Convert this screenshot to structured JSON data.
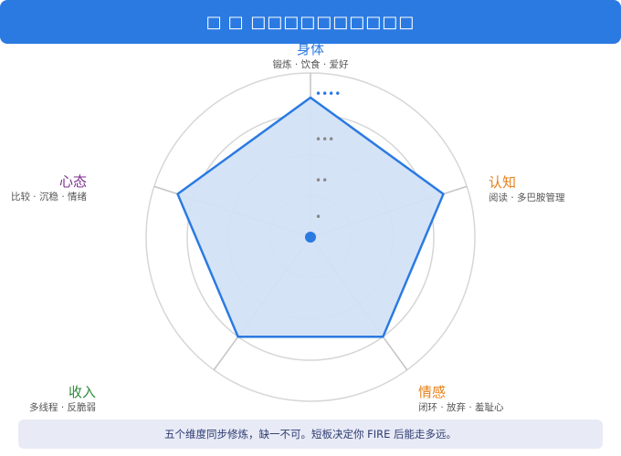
{
  "header": {
    "title": "□ □□□□□□□□□□",
    "icon": "unknown-icon"
  },
  "radar": {
    "axes": [
      {
        "key": "body",
        "name": "身体",
        "sub": "锻炼 · 饮食 · 爱好",
        "color": "#2a7ae2",
        "value": 0.85
      },
      {
        "key": "cognition",
        "name": "认知",
        "sub": "阅读 · 多巴胺管理",
        "color": "#e6801a",
        "value": 0.85
      },
      {
        "key": "emotion",
        "name": "情感",
        "sub": "闭环 · 放弃 · 羞耻心",
        "color": "#e6801a",
        "value": 0.75
      },
      {
        "key": "income",
        "name": "收入",
        "sub": "多线程 · 反脆弱",
        "color": "#2e8b3a",
        "value": 0.75
      },
      {
        "key": "mindset",
        "name": "心态",
        "sub": "比较 · 沉稳 · 情绪",
        "color": "#7b2d8e",
        "value": 0.85
      }
    ],
    "levels": [
      "•",
      "••",
      "•••",
      "••••"
    ],
    "fill_color": "#d3e2f7",
    "stroke_color": "#2a7ae2"
  },
  "footer": {
    "text": "五个维度同步修炼，缺一不可。短板决定你 FIRE 后能走多远。"
  }
}
